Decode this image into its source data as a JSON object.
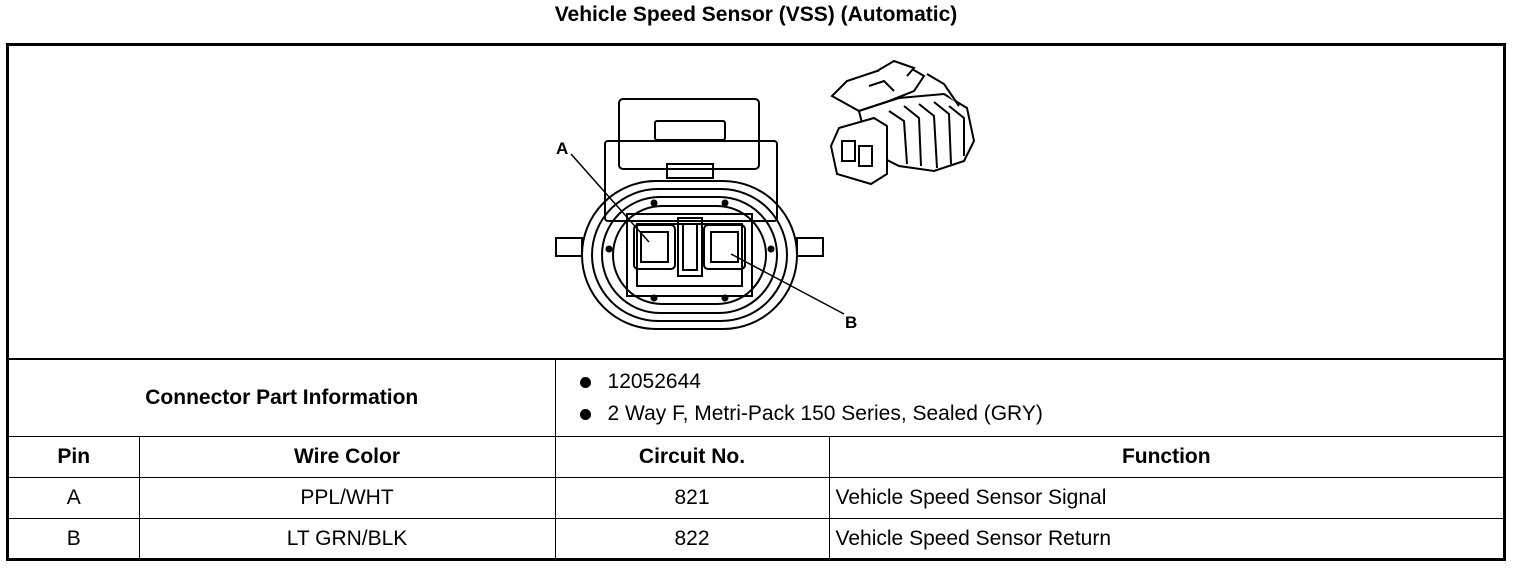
{
  "title": "Vehicle Speed Sensor (VSS) (Automatic)",
  "diagram": {
    "pin_label_a": "A",
    "pin_label_b": "B",
    "front_view_icon": "connector-face-drawing",
    "perspective_icon": "connector-3d-drawing"
  },
  "connector_info": {
    "label": "Connector Part Information",
    "items": [
      "12052644",
      "2 Way F, Metri-Pack 150 Series, Sealed (GRY)"
    ]
  },
  "table": {
    "headers": [
      "Pin",
      "Wire Color",
      "Circuit No.",
      "Function"
    ],
    "rows": [
      {
        "pin": "A",
        "wire_color": "PPL/WHT",
        "circuit": "821",
        "function": "Vehicle Speed Sensor Signal"
      },
      {
        "pin": "B",
        "wire_color": "LT GRN/BLK",
        "circuit": "822",
        "function": "Vehicle Speed Sensor Return"
      }
    ]
  }
}
